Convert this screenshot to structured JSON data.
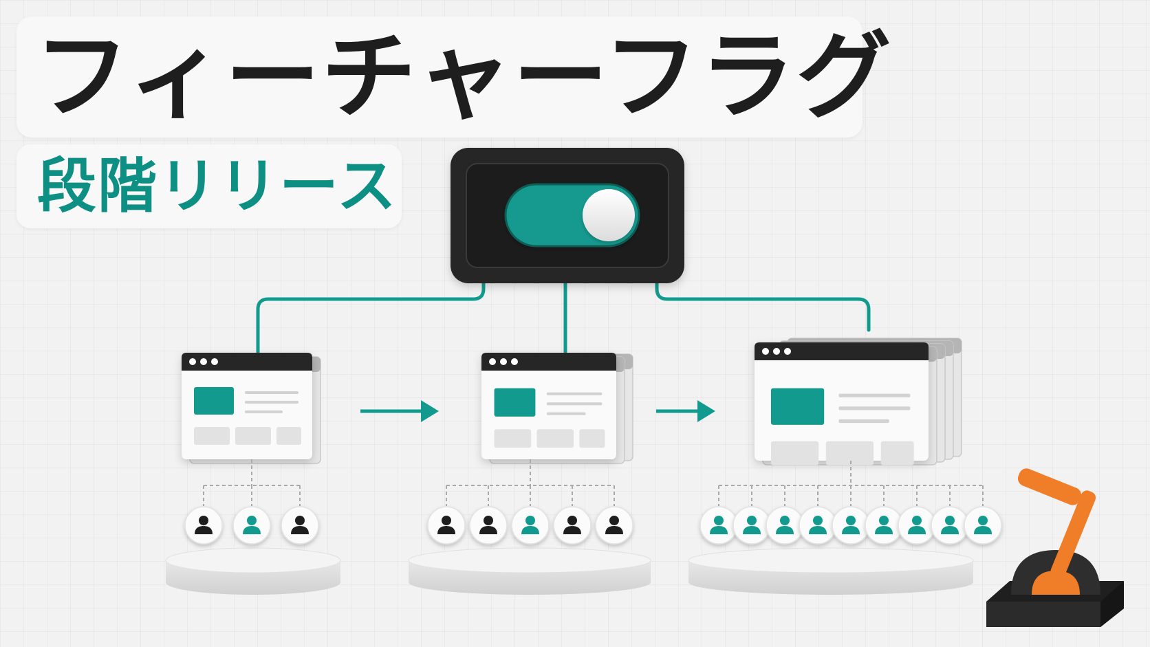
{
  "title": "フィーチャーフラグ",
  "subtitle": "段階リリース",
  "colors": {
    "accent": "#139a8f",
    "dark": "#262626",
    "orange": "#f07d28",
    "card": "#fafafa"
  },
  "stages": [
    {
      "users": [
        "off",
        "on",
        "off"
      ]
    },
    {
      "users": [
        "off",
        "off",
        "on",
        "off",
        "off"
      ]
    },
    {
      "users": [
        "on",
        "on",
        "on",
        "on",
        "on",
        "on",
        "on",
        "on",
        "on"
      ]
    }
  ],
  "toggle": {
    "state": "on"
  },
  "icons": [
    "toggle-switch-icon",
    "browser-window-icon",
    "user-icon",
    "arrow-right-icon",
    "lever-icon"
  ]
}
